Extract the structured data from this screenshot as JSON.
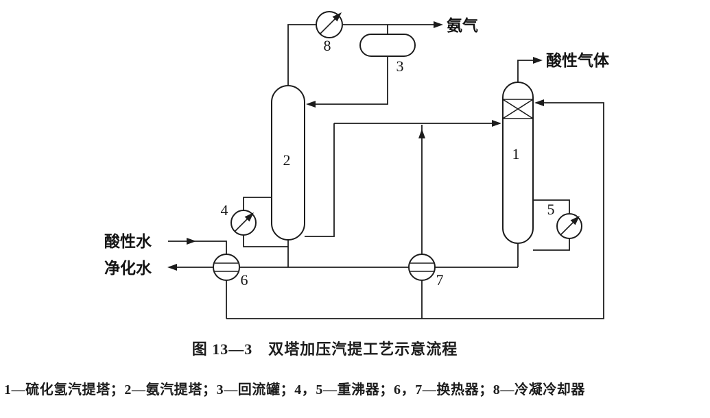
{
  "figure": {
    "caption": "图 13—3　双塔加压汽提工艺示意流程",
    "legend": "1—硫化氢汽提塔；2—氨汽提塔；3—回流罐；4，5—重沸器；6，7—换热器；8—冷凝冷却器"
  },
  "streams": {
    "ammonia_gas": "氨气",
    "acid_gas": "酸性气体",
    "acid_water": "酸性水",
    "purified_water": "净化水"
  },
  "equipment": {
    "tower_h2s": {
      "number": "1",
      "name": "硫化氢汽提塔"
    },
    "tower_ammonia": {
      "number": "2",
      "name": "氨汽提塔"
    },
    "reflux_drum": {
      "number": "3",
      "name": "回流罐"
    },
    "reboiler_a": {
      "number": "4",
      "name": "重沸器"
    },
    "reboiler_b": {
      "number": "5",
      "name": "重沸器"
    },
    "heat_exchanger_a": {
      "number": "6",
      "name": "换热器"
    },
    "heat_exchanger_b": {
      "number": "7",
      "name": "换热器"
    },
    "condenser": {
      "number": "8",
      "name": "冷凝冷却器"
    }
  },
  "colors": {
    "line": "#1c1c1c",
    "background": "#ffffff"
  }
}
